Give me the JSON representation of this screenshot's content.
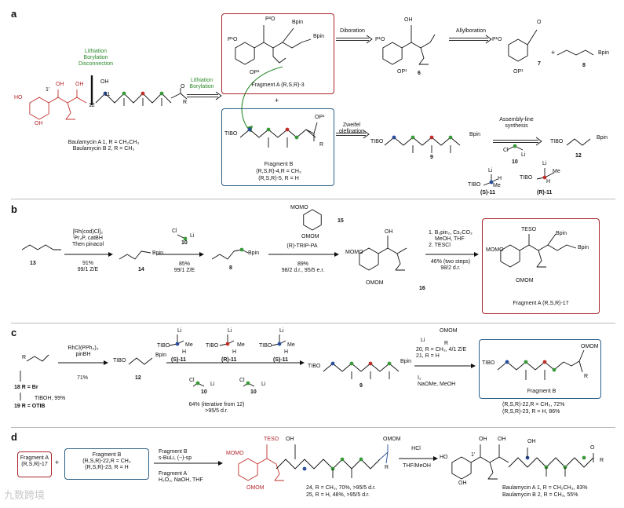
{
  "panels": {
    "a": "a",
    "b": "b",
    "c": "c",
    "d": "d"
  },
  "a": {
    "lithiation_text": [
      "Lithiation",
      "Borylation",
      "Disconnection"
    ],
    "atom_labels": {
      "oh1": "OH",
      "oh2": "OH",
      "ho1": "HO",
      "ho2": "OH",
      "c1p": "1'",
      "c12": "12",
      "c11": "11",
      "o": "O",
      "r": "R"
    },
    "baulamycin": [
      "Baulamycin A 1, R = CH₂CH₃",
      "Baulamycin B 2, R = CH₃"
    ],
    "arrow1": [
      "Lithiation",
      "Borylation"
    ],
    "fragA": {
      "p2o": "P²O",
      "bpin1": "Bpin",
      "p1o": "P¹O",
      "bpin2": "Bpin",
      "op1": "OP¹",
      "caption": "Fragment A (R,S,R)-3"
    },
    "diboration": "Diboration",
    "c6": {
      "oh": "OH",
      "p1o": "P¹O",
      "op1": "OP¹",
      "num": "6"
    },
    "allylboration": "Allylboration",
    "c7": {
      "p1o": "P¹O",
      "o": "O",
      "op1": "OP¹",
      "num": "7"
    },
    "plus1": "+",
    "plus2": "+",
    "c8": {
      "bpin": "Bpin",
      "num": "8"
    },
    "fragB": {
      "tibo": "TIBO",
      "op1": "OP¹",
      "r": "R",
      "caption": "Fragment B",
      "l1": "(R,S,R)-4,R = CH₃",
      "l2": "(R,S,R)-5, R = H"
    },
    "zweifel": [
      "Zweifel",
      "olefination"
    ],
    "c9": {
      "tibo": "TIBO",
      "bpin": "Bpin",
      "num": "9"
    },
    "assembly": [
      "Assembly-line",
      "synthesis"
    ],
    "c10": {
      "cl": "Cl",
      "li": "Li",
      "num": "10"
    },
    "c12": {
      "tibo": "TIBO",
      "bpin": "Bpin",
      "num": "12"
    },
    "s11": {
      "li": "Li",
      "tibo": "TIBO",
      "h": "H",
      "me": "Me",
      "num": "(S)-11"
    },
    "r11": {
      "li": "Li",
      "tibo": "TIBO",
      "h": "H",
      "me": "Me",
      "num": "(R)-11"
    }
  },
  "b": {
    "c13": "13",
    "cond1": [
      "[Rh(cod)Cl]₂",
      "ⁱPr₃P, catBH",
      "Then pinacol"
    ],
    "yield1": [
      "91%",
      "99/1 Z/E"
    ],
    "c14": {
      "bpin": "Bpin",
      "num": "14"
    },
    "reag10": {
      "cl": "Cl",
      "li": "Li",
      "num": "10"
    },
    "yield2": [
      "85%",
      "99/1 Z/E"
    ],
    "c8": {
      "bpin": "Bpin",
      "num": "8"
    },
    "c15": {
      "momo": "MOMO",
      "omom": "OMOM",
      "num": "15"
    },
    "cond3": "(R)-TRIP-PA",
    "yield3": [
      "89%",
      "98/2 d.r., 95/5 e.r."
    ],
    "c16": {
      "oh": "OH",
      "momo": "MOMO",
      "omom": "OMOM",
      "num": "16"
    },
    "cond4": [
      "1. B₂pin₂, Cs₂CO₃",
      "MeOH, THF",
      "2. TESCl"
    ],
    "yield4": [
      "46% (two steps)",
      "98/2 d.r."
    ],
    "c17": {
      "teso": "TESO",
      "bpin1": "Bpin",
      "momo": "MOMO",
      "bpin2": "Bpin",
      "omom": "OMOM",
      "caption": "Fragment A (R,S,R)-17"
    }
  },
  "c": {
    "start": "R",
    "cond1": [
      "RhCl(PPh₃)₃",
      "pinBH"
    ],
    "yield1": "71%",
    "r18": "18 R = Br",
    "tiboh": "TIBOH, 99%",
    "r19": "19 R = OTIB",
    "c12": {
      "tibo": "TIBO",
      "bpin": "Bpin",
      "num": "12"
    },
    "reagents": [
      {
        "li": "Li",
        "tibo": "TIBO",
        "me": "Me",
        "h": "H",
        "num": "(S)-11"
      },
      {
        "li": "Li",
        "tibo": "TIBO",
        "me": "Me",
        "h": "H",
        "num": "(R)-11"
      },
      {
        "li": "Li",
        "tibo": "TIBO",
        "me": "Me",
        "h": "H",
        "num": "(S)-11"
      }
    ],
    "reag10a": {
      "cl": "Cl",
      "li": "Li",
      "num": "10"
    },
    "reag10b": {
      "cl": "Cl",
      "li": "Li",
      "num": "10"
    },
    "yield2": [
      "64% (iterative from 12)",
      ">95/5 d.r."
    ],
    "c9": {
      "tibo": "TIBO",
      "bpin": "Bpin",
      "num": "9"
    },
    "reag20": {
      "omom": "OMOM",
      "li": "Li",
      "r": "R"
    },
    "cond20": [
      "20, R = CH₃, 4/1 Z/E",
      "21, R = H"
    ],
    "cond_i2": [
      "I₂",
      "NaOMe, MeOH"
    ],
    "fragB": {
      "tibo": "TIBO",
      "omom": "OMOM",
      "r": "R",
      "caption": "Fragment B",
      "l1": "(R,S,R)-22,R = CH₃, 72%",
      "l2": "(R,S,R)-23, R = H, 86%"
    }
  },
  "d": {
    "fragA": [
      "Fragment A",
      "(R,S,R)-17"
    ],
    "plus": "+",
    "fragB": [
      "Fragment B",
      "(R,S,R)-22,R = CH₃",
      "(R,S,R)-23, R = H"
    ],
    "cond1": [
      "Fragment B",
      "s-BuLi, (−)-sp"
    ],
    "cond2": [
      "Fragment A",
      "H₂O₂, NaOH, THF"
    ],
    "c24": {
      "teso": "TESO",
      "oh": "OH",
      "omom": "OMOM",
      "momo": "MOMO",
      "omom2": "OMOM",
      "r": "R",
      "l1": "24, R = CH₃, 70%, >95/5 d.r.",
      "l2": "25, R = H, 48%, >95/5 d.r."
    },
    "hcl": [
      "HCl",
      "THF/MeOH"
    ],
    "product": {
      "ho": "HO",
      "oh1": "OH",
      "oh2": "OH",
      "oh3": "OH",
      "oh4": "OH",
      "c1p": "1'",
      "o": "O",
      "r": "R",
      "l1": "Baulamycin A 1, R = CH₂CH₃, 83%",
      "l2": "Baulamycin B 2, R = CH₃, 55%"
    }
  },
  "watermark": "九数跨境",
  "colors": {
    "fragment_a": "#a8262b",
    "fragment_b": "#2c5f86",
    "arrow_green": "#2a8a2a",
    "blue_atom": "#2a4e9a",
    "green_atom": "#3a9a3a",
    "red_atom": "#c0302b"
  }
}
